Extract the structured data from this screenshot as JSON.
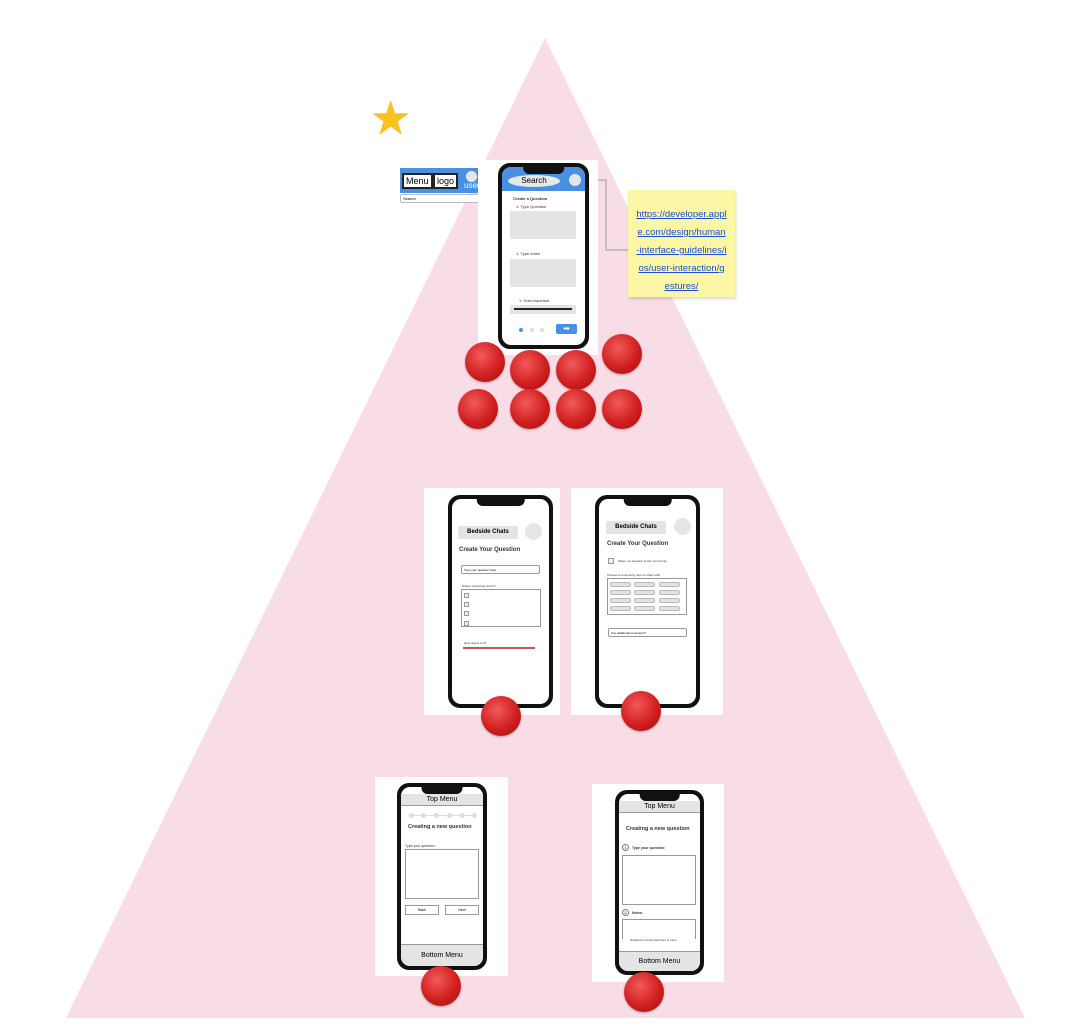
{
  "colors": {
    "triangle": "#f9dde6",
    "accent_blue": "#4a90e2",
    "sticky": "#fdf6a6",
    "urgent_bar": "#c9574b",
    "sticker": "#d11f1f"
  },
  "header_mockup": {
    "menu": "Menu",
    "logo": "logo",
    "user": "user",
    "search_placeholder": "Search"
  },
  "phone1": {
    "search": "Search",
    "title": "Create a Question",
    "step1": "1. Type Question",
    "step2": "1. Type notes",
    "step3": "1. How important",
    "pager_dots": 3,
    "active_dot": 1
  },
  "sticky_note": {
    "link": "https://developer.apple.com/design/human-interface-guidelines/ios/user-interaction/gestures/"
  },
  "phone2": {
    "app": "Bedside Chats",
    "title": "Create Your Question",
    "input_placeholder": "Type your question here",
    "post_label": "Where should we post it?",
    "urgency_label": "How urgent is it?"
  },
  "phone3": {
    "app": "Bedside Chats",
    "title": "Create Your Question",
    "share_label": "Share my question to the community",
    "topic_label": "Choose a community topic to share with",
    "comments_placeholder": "Any additional comments?"
  },
  "phone4": {
    "top": "Top Menu",
    "title": "Creating a new question",
    "label": "Type your question:",
    "back": "Back",
    "next": "Next",
    "bottom": "Bottom Menu"
  },
  "phone5": {
    "top": "Top Menu",
    "title": "Creating a new question",
    "step1_num": "1",
    "step1": "Type your question:",
    "step2_num": "2",
    "step2": "Notes:",
    "gradient_note": "Gradient to show that there is more",
    "bottom": "Bottom Menu"
  },
  "star_icon": "star-icon"
}
